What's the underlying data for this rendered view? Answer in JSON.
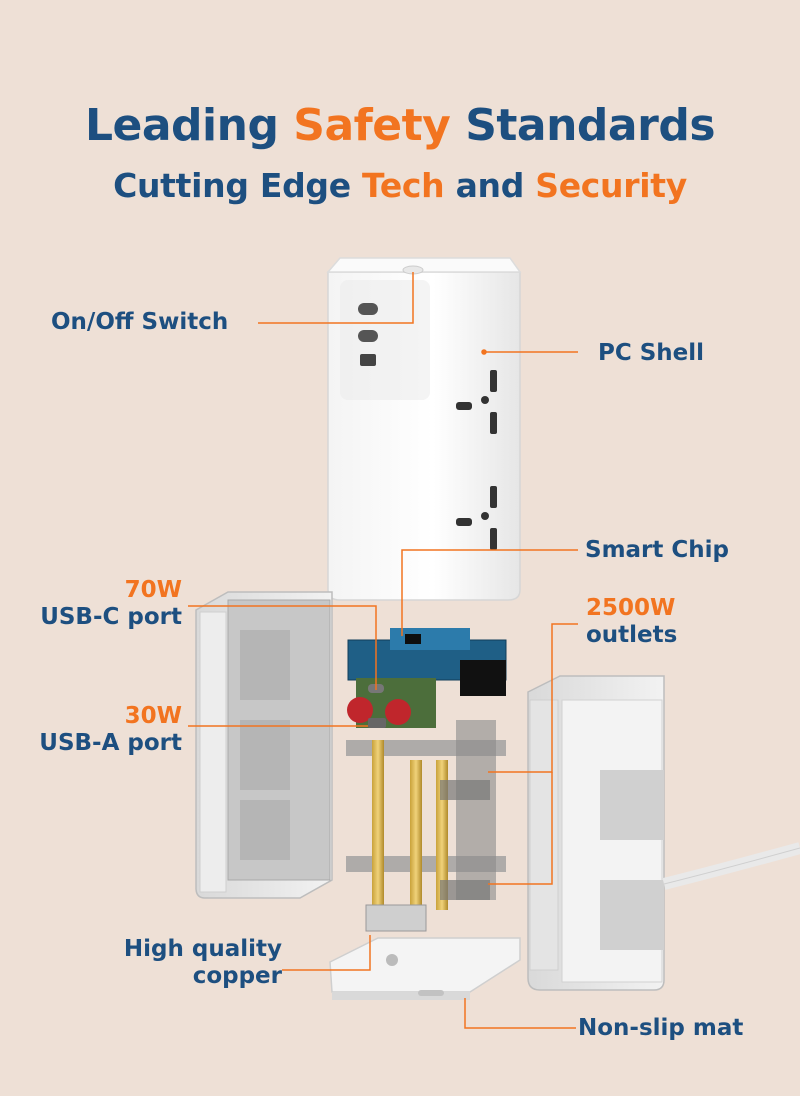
{
  "headline": {
    "part1": "Leading ",
    "accent": "Safety",
    "part2": " Standards"
  },
  "subheadline": {
    "part1": "Cutting Edge ",
    "accent1": "Tech",
    "part2": " and ",
    "accent2": "Security"
  },
  "callouts": {
    "on_off_switch": "On/Off Switch",
    "pc_shell": "PC Shell",
    "smart_chip": "Smart Chip",
    "usb_c_power": "70W",
    "usb_c_port": "USB-C port",
    "outlets_power": "2500W",
    "outlets": "outlets",
    "usb_a_power": "30W",
    "usb_a_port": "USB-A port",
    "copper_line1": "High quality",
    "copper_line2": "copper",
    "non_slip_mat": "Non-slip mat"
  },
  "colors": {
    "background": "#eee0d6",
    "primary_blue": "#1d4f80",
    "accent_orange": "#f27420"
  }
}
